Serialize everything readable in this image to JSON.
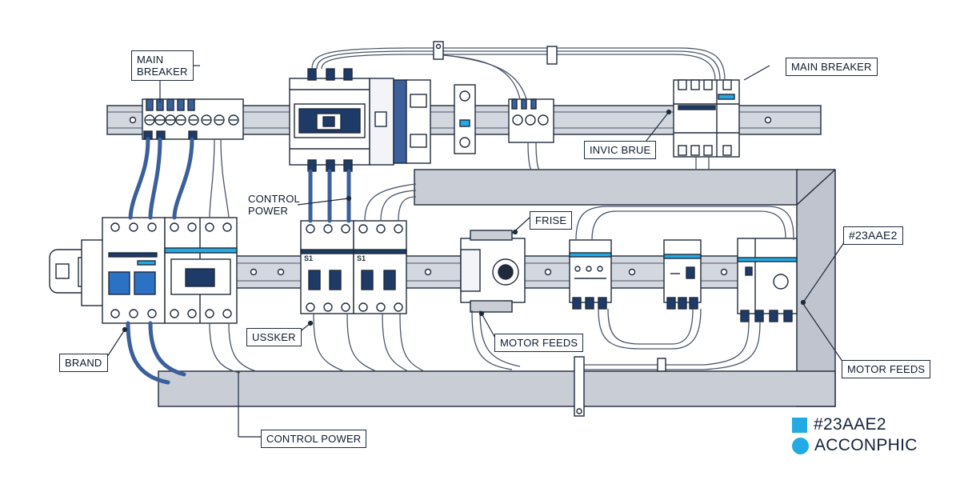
{
  "colors": {
    "accent": "#23AAE2",
    "navy": "#1e3a66",
    "wire_blue": "#3a5f9a",
    "enclosure": "#c9cdd6",
    "outline": "#1f2a3c"
  },
  "callouts": {
    "main_breaker_left": "MAIN\nBREAKER",
    "main_breaker_right": "MAIN BREAKER",
    "invic_brue": "INVIC BRUE",
    "control_power_top": "CONTROL\nPOWER",
    "fuse": "FRISE",
    "hex_right": "#23AAE2",
    "brand": "BRAND",
    "usker": "USSKER",
    "motor_feeds_center": "MOTOR FEEDS",
    "motor_feeds_right": "MOTOR FEEDS",
    "control_power_bottom": "CONTROL POWER"
  },
  "legend": {
    "item1": "#23AAE2",
    "item2": "ACCONPHIC",
    "item1_shape": "square",
    "item2_shape": "circle"
  },
  "devices": {
    "contactor_labels": [
      "S1",
      "S1"
    ]
  }
}
